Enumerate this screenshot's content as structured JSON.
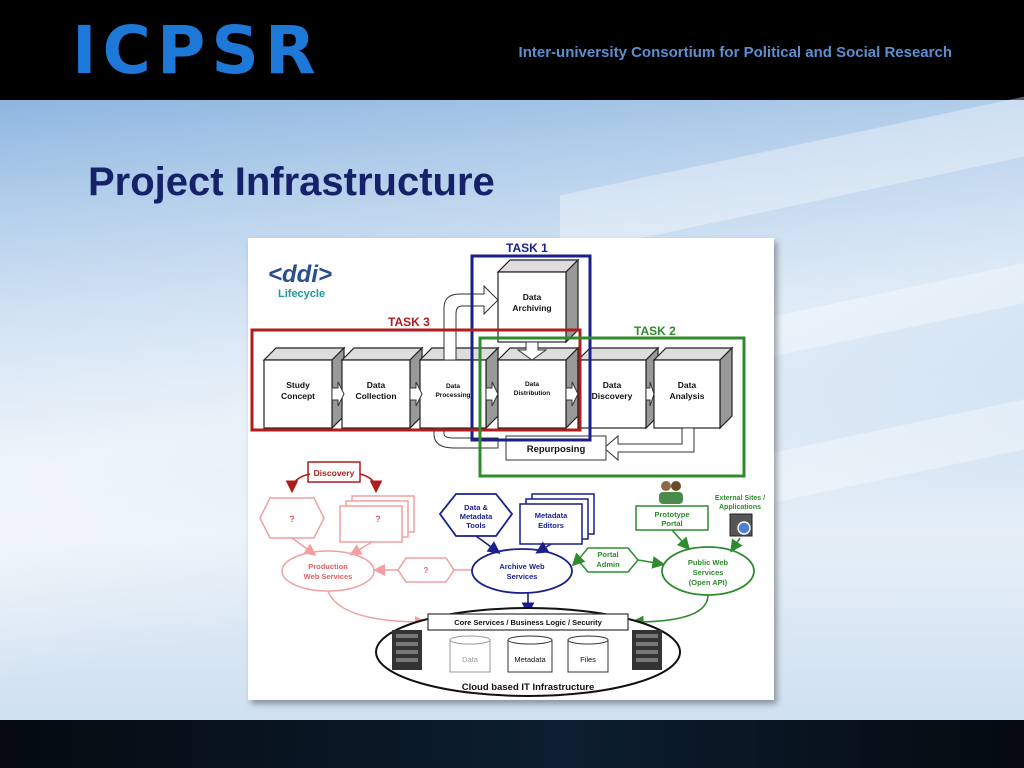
{
  "header": {
    "logo": "ICPSR",
    "tagline": "Inter-university Consortium for Political and Social Research"
  },
  "slide": {
    "title": "Project Infrastructure"
  },
  "diagram": {
    "ddi_logo": "<ddi>",
    "ddi_sub": "Lifecycle",
    "task1": "TASK 1",
    "task2": "TASK 2",
    "task3": "TASK 3",
    "boxes": {
      "study_concept": [
        "Study",
        "Concept"
      ],
      "data_collection": [
        "Data",
        "Collection"
      ],
      "data_processing": [
        "Data",
        "Processing"
      ],
      "data_archiving": [
        "Data",
        "Archiving"
      ],
      "data_distribution": [
        "Data",
        "Distribution"
      ],
      "data_discovery": [
        "Data",
        "Discovery"
      ],
      "data_analysis": [
        "Data",
        "Analysis"
      ]
    },
    "repurposing": "Repurposing",
    "discovery": "Discovery",
    "unknown": "?",
    "production_ws": [
      "Production",
      "Web Services"
    ],
    "data_metadata_tools": [
      "Data &",
      "Metadata",
      "Tools"
    ],
    "metadata_editors": [
      "Metadata",
      "Editors"
    ],
    "archive_ws": [
      "Archive Web",
      "Services"
    ],
    "portal_admin": [
      "Portal",
      "Admin"
    ],
    "prototype_portal": [
      "Prototype",
      "Portal"
    ],
    "external_sites": [
      "External Sites /",
      "Applications"
    ],
    "public_ws": [
      "Public Web",
      "Services",
      "(Open API)"
    ],
    "core_services": "Core Services / Business Logic / Security",
    "storage": [
      "Data",
      "Metadata",
      "Files"
    ],
    "cloud": "Cloud based IT Infrastructure"
  },
  "colors": {
    "brand_blue": "#1e78d8",
    "title_navy": "#15226a",
    "task1": "#1a1f8c",
    "task2": "#2e8b2e",
    "task3": "#b01c1c"
  }
}
